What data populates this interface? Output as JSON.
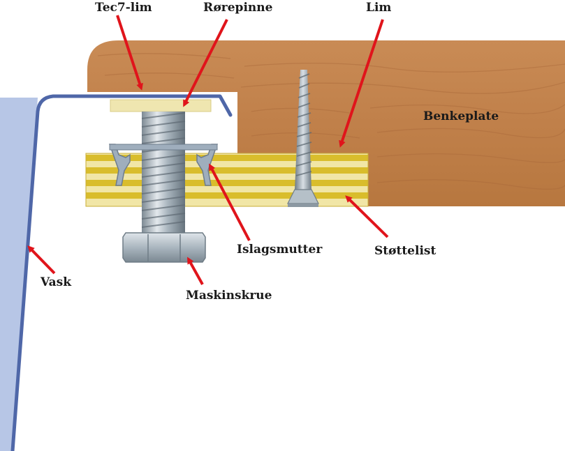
{
  "labels": {
    "tec7": "Tec7-lim",
    "rorepinne": "Rørepinne",
    "lim": "Lim",
    "benkeplate": "Benkeplate",
    "islagsmutter": "Islagsmutter",
    "stottelist": "Støttelist",
    "vask": "Vask",
    "maskinskrue": "Maskinskrue"
  },
  "colors": {
    "wood": "#c88a52",
    "wood_grain": "#a8683a",
    "plywood_light": "#f1e6a6",
    "plywood_dark": "#d9bd2c",
    "sink_fill": "#b7c6e6",
    "sink_edge": "#4f67a8",
    "glue_strip": "#efe6b0",
    "steel": "#b9c4cc",
    "steel_dark": "#6f7c86",
    "arrow": "#e0141b"
  }
}
